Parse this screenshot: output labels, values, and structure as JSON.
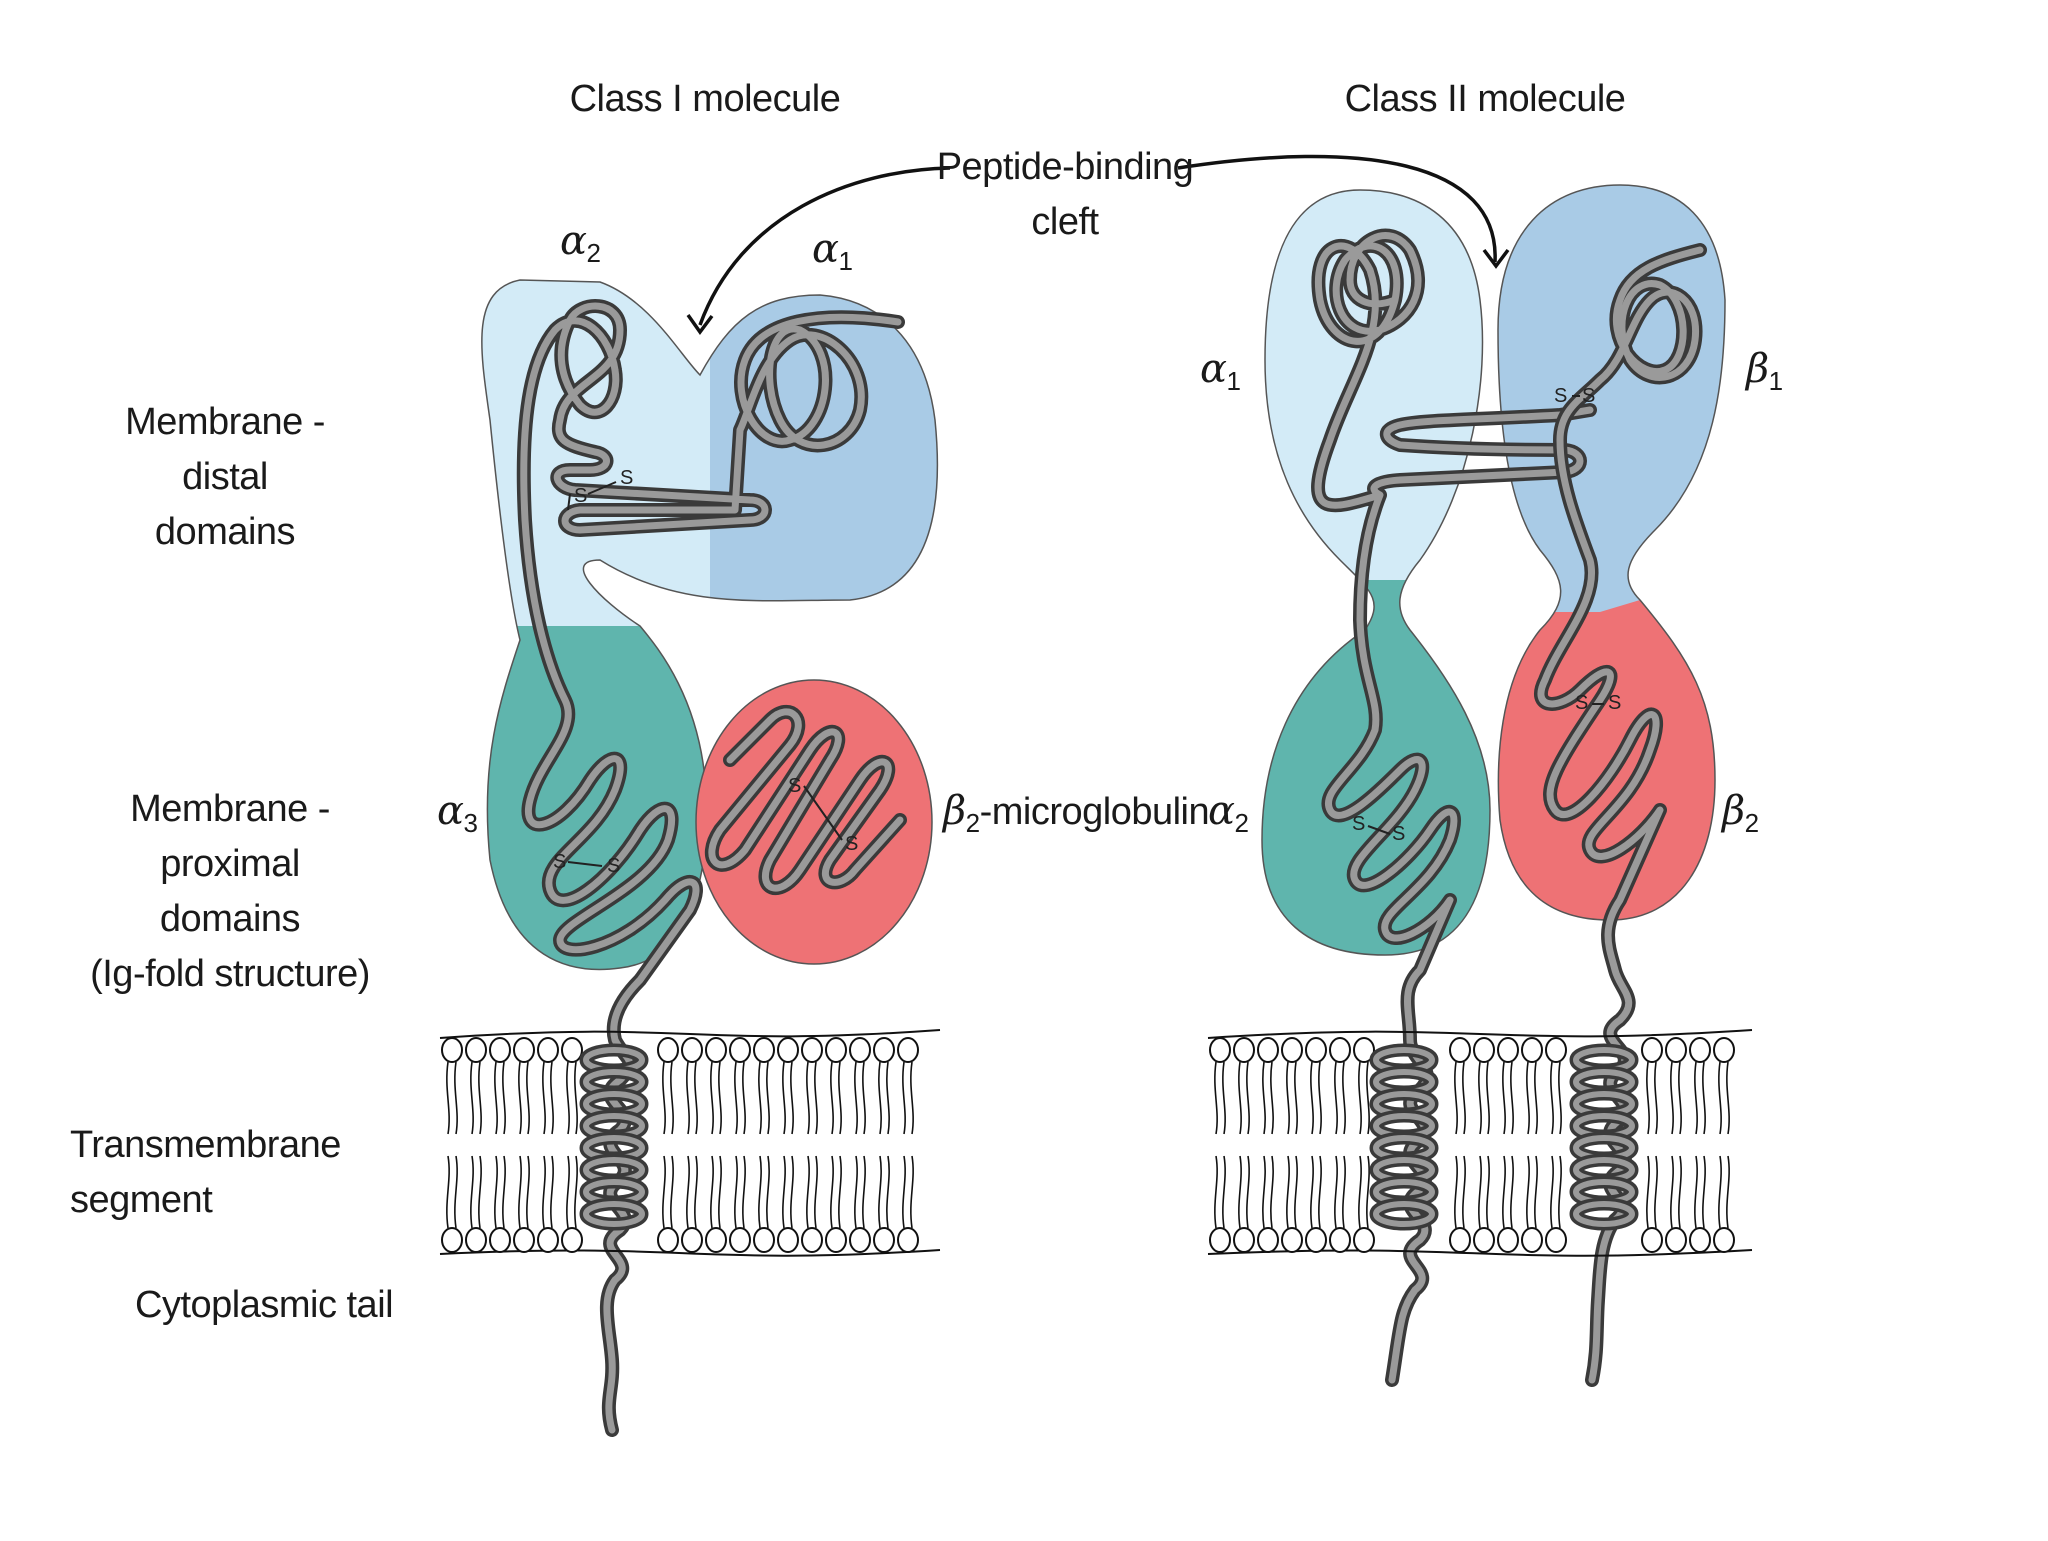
{
  "headings": {
    "class1": "Class I molecule",
    "class2": "Class II molecule"
  },
  "cleft": {
    "line1": "Peptide-binding",
    "line2": "cleft"
  },
  "left_labels": {
    "distal_1": "Membrane - distal",
    "distal_2": "domains",
    "proximal_1": "Membrane - proximal",
    "proximal_2": "domains",
    "proximal_3": "(Ig-fold structure)",
    "transmembrane": "Transmembrane segment",
    "cytoplasmic": "Cytoplasmic tail"
  },
  "domains": {
    "c1_alpha2": {
      "sym": "α",
      "sub": "2"
    },
    "c1_alpha1": {
      "sym": "α",
      "sub": "1"
    },
    "c1_alpha3": {
      "sym": "α",
      "sub": "3"
    },
    "c1_beta2m": {
      "sym": "β",
      "sub": "2",
      "suffix": "-microglobulin"
    },
    "c2_alpha1": {
      "sym": "α",
      "sub": "1"
    },
    "c2_beta1": {
      "sym": "β",
      "sub": "1"
    },
    "c2_alpha2": {
      "sym": "α",
      "sub": "2"
    },
    "c2_beta2": {
      "sym": "β",
      "sub": "2"
    }
  },
  "disulfide": {
    "s": "S"
  },
  "colors": {
    "light_blue": "#d3ebf7",
    "mid_blue": "#a9cbe6",
    "teal": "#5fb5ad",
    "red": "#ee7275",
    "chain_outline": "#3a3a3a",
    "chain_fill": "#9a9a9a"
  }
}
